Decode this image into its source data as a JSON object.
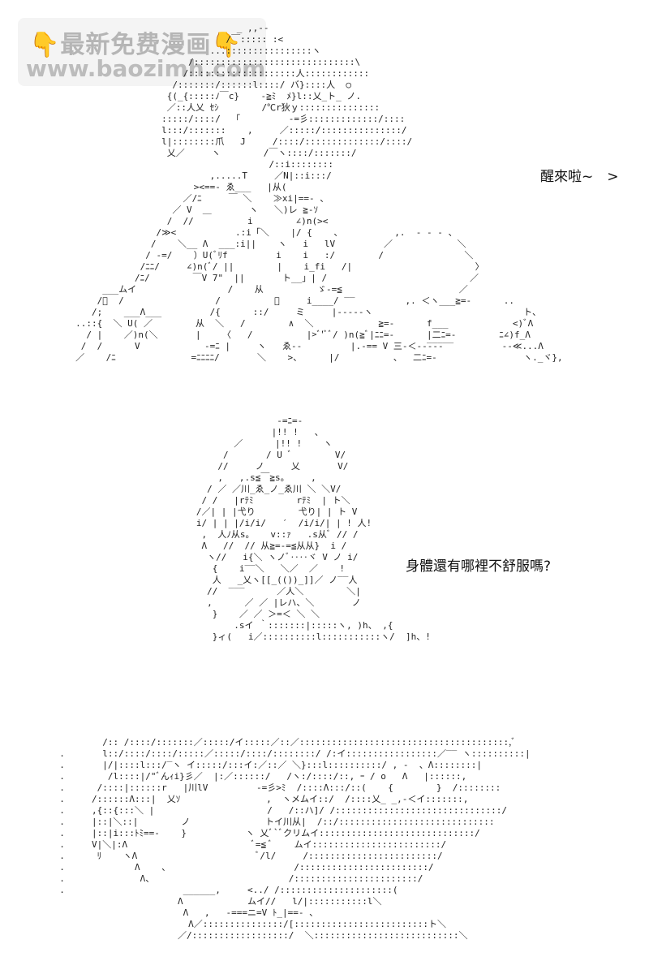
{
  "watermark": {
    "line1": "最新免费漫画",
    "line2": "www.baozimh.com",
    "icon": "pointing-hand-icon",
    "color": "#f2a516"
  },
  "dialogue": [
    "醒來啦~　>",
    "身體還有哪裡不舒服嗎?"
  ]
}
